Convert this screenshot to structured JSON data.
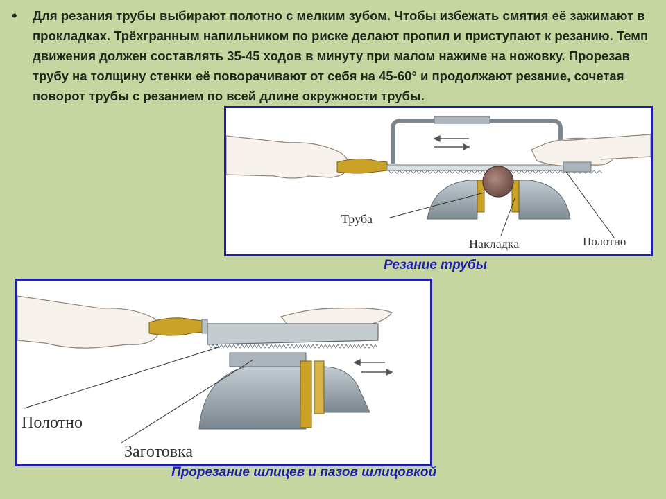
{
  "slide": {
    "bullet": "•",
    "paragraph": "Для резания трубы выбирают полотно с мелким зубом. Чтобы избежать смятия её зажимают в прокладках. Трёхгранным напильником по риске делают пропил и приступают к резанию. Темп движения должен составлять 35-45 ходов в минуту при малом нажиме на ножовку. Прорезав трубу на толщину стенки её поворачивают от себя на 45-60° и продолжают резание, сочетая поворот трубы с резанием по всей длине окружности трубы."
  },
  "figure_pipe": {
    "caption": "Резание трубы",
    "labels": {
      "pipe": "Труба",
      "pad": "Накладка",
      "blade": "Полотно"
    }
  },
  "figure_slots": {
    "caption": "Прорезание шлицев и пазов шлицовкой",
    "labels": {
      "blade": "Полотно",
      "workpiece": "Заготовка"
    }
  },
  "colors": {
    "background": "#c6d6a1",
    "text": "#1d2a1a",
    "frame": "#1f1fa8",
    "caption": "#1f1fa8",
    "metal": "#9aa6ad",
    "brass": "#c9a227"
  }
}
